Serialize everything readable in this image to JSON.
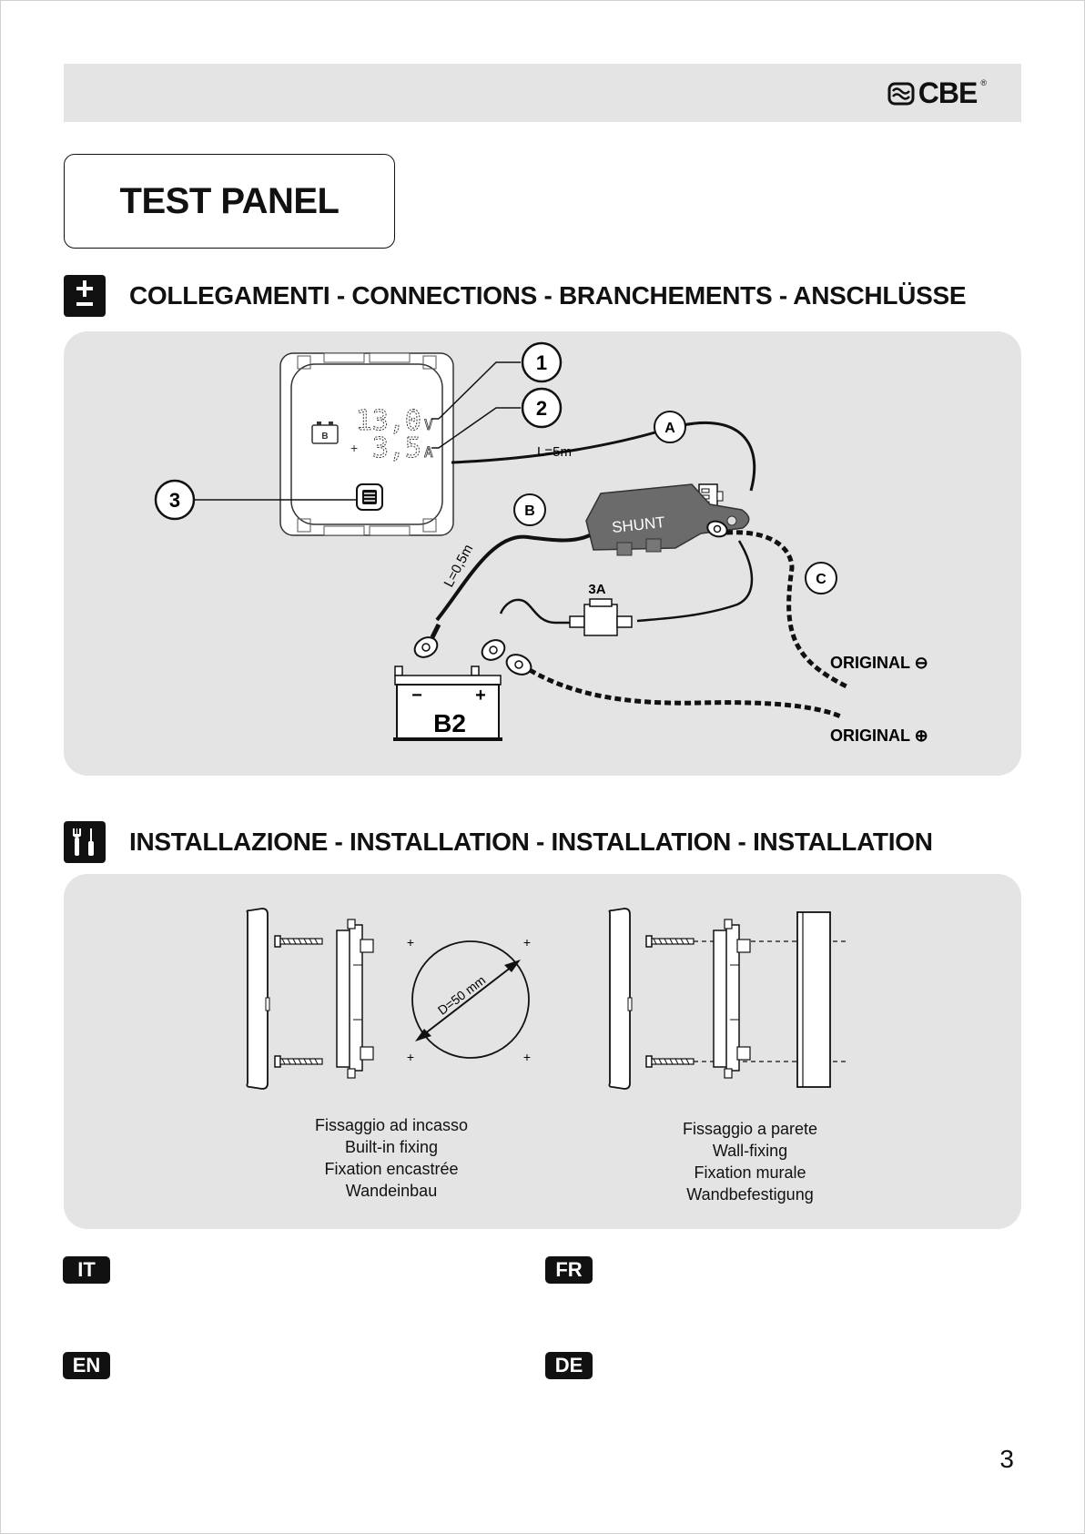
{
  "brand": {
    "logo_text": "CBE",
    "logo_mark": "®"
  },
  "title": "TEST PANEL",
  "sections": {
    "connections": {
      "icon": "plus-minus-icon",
      "title": "COLLEGAMENTI - CONNECTIONS - BRANCHEMENTS - ANSCHLÜSSE"
    },
    "installation": {
      "icon": "tools-icon",
      "title": "INSTALLAZIONE - INSTALLATION - INSTALLATION - INSTALLATION"
    }
  },
  "diagram": {
    "display_voltage": "13,0",
    "voltage_unit": "V",
    "display_current": "3,5",
    "current_unit": "A",
    "callouts": [
      "1",
      "2",
      "3"
    ],
    "cables": {
      "a": "A",
      "b": "B",
      "c": "C"
    },
    "cable_a_length": "L=5m",
    "cable_b_length": "L=0,5m",
    "shunt_label": "SHUNT",
    "fuse_label": "3A",
    "battery_label": "B2",
    "battery_minus": "−",
    "battery_plus": "+",
    "original_negative": "ORIGINAL ⊖",
    "original_positive": "ORIGINAL ⊕"
  },
  "installation": {
    "hole_diameter": "D=50 mm",
    "built_in": [
      "Fissaggio ad incasso",
      "Built-in fixing",
      "Fixation encastrée",
      "Wandeinbau"
    ],
    "wall": [
      "Fissaggio a parete",
      "Wall-fixing",
      "Fixation murale",
      "Wandbefestigung"
    ]
  },
  "languages": [
    "IT",
    "FR",
    "EN",
    "DE"
  ],
  "page_number": "3",
  "colors": {
    "panel_gray": "#e4e4e4",
    "ink": "#111111",
    "shunt_gray": "#6b6b6b"
  }
}
